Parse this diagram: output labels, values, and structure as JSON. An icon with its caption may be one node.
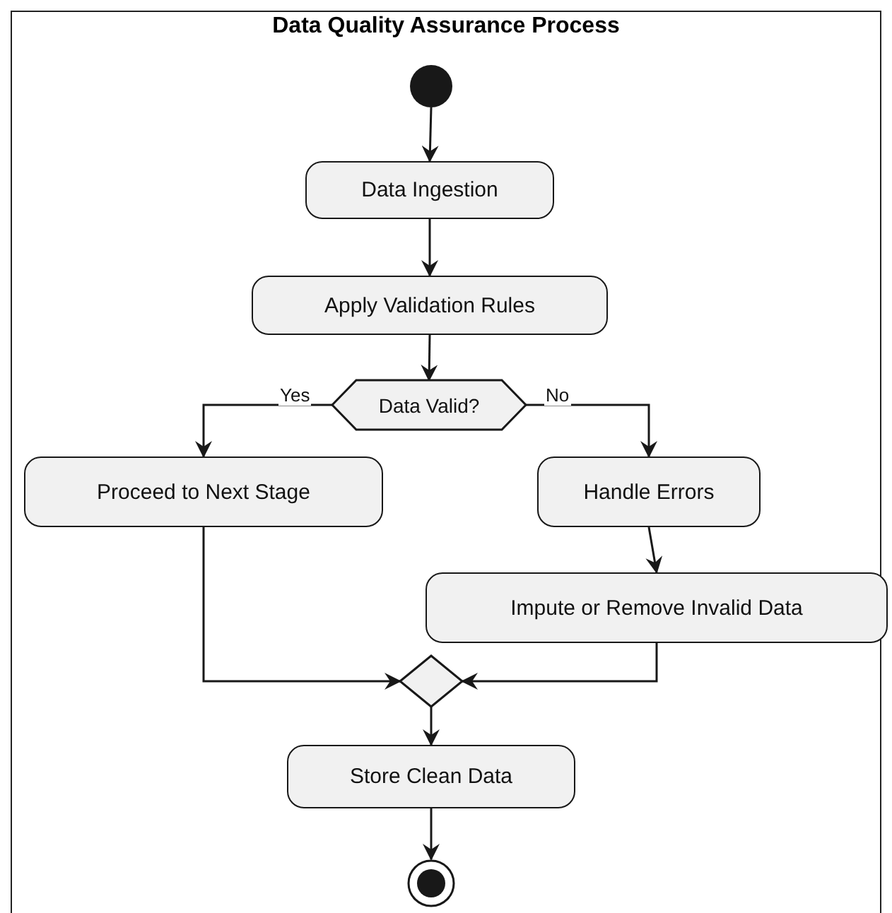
{
  "diagram": {
    "title": "Data Quality Assurance Process",
    "nodes": [
      {
        "text": [],
        "shape": "circle"
      },
      {
        "text": [
          "Data Ingestion"
        ]
      },
      {
        "text": [
          "Apply Validation Rules"
        ]
      },
      {
        "text": [
          "Data Valid?"
        ]
      },
      {
        "text": [
          "Proceed to Next Stage"
        ]
      },
      {
        "text": [
          "Handle Errors"
        ]
      },
      {
        "text": [
          "Impute or Remove Invalid Data"
        ]
      },
      {
        "text": [],
        "shape": "diamond"
      },
      {
        "text": [
          "Store Clean Data"
        ]
      },
      {
        "text": [],
        "shape": "circle"
      }
    ],
    "edges": [
      {
        "from": 0,
        "to": 1,
        "arrow": "to"
      },
      {
        "from": 1,
        "to": 2,
        "arrow": "to"
      },
      {
        "from": 2,
        "to": 3,
        "arrow": "to"
      },
      {
        "from": 3,
        "to": 4,
        "arrow": "to",
        "label": "Yes"
      },
      {
        "from": 3,
        "to": 5,
        "arrow": "to",
        "label": "No"
      },
      {
        "from": 5,
        "to": 6,
        "arrow": "to"
      },
      {
        "from": 4,
        "to": 7,
        "arrow": "to"
      },
      {
        "from": 6,
        "to": 7,
        "arrow": "to"
      },
      {
        "from": 7,
        "to": 8,
        "arrow": "to"
      },
      {
        "from": 8,
        "to": 9,
        "arrow": "to"
      }
    ]
  }
}
